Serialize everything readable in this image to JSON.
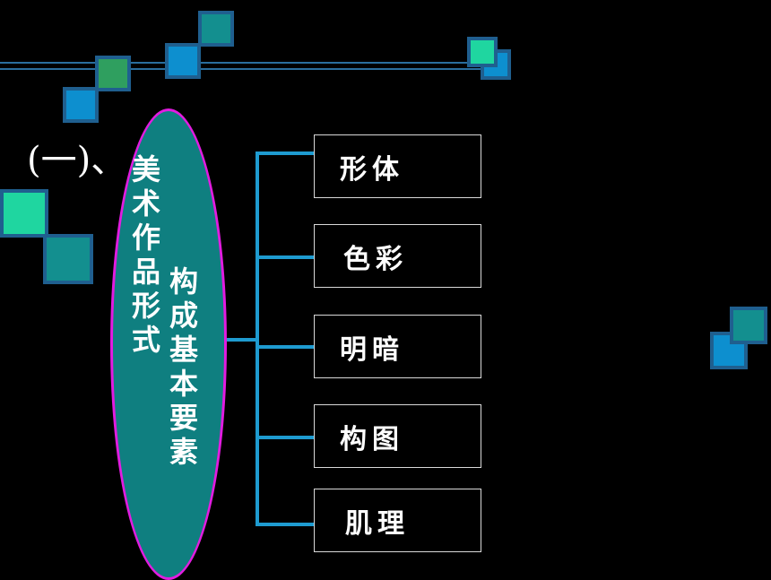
{
  "heading": "(一)、",
  "ellipse": {
    "column1": "美术作品形式",
    "column2": "构成基本要素"
  },
  "items": [
    "形体",
    "色彩",
    "明暗",
    "构图",
    "肌理"
  ],
  "colors": {
    "background": "#000000",
    "ellipse_fill": "#0f7f80",
    "ellipse_border": "#e21ce0",
    "connector": "#1e9bd0",
    "square_teal": "#138f8f",
    "square_blue": "#0d8fcf",
    "square_green": "#2f9f5f",
    "square_mint": "#1fd6a0"
  }
}
